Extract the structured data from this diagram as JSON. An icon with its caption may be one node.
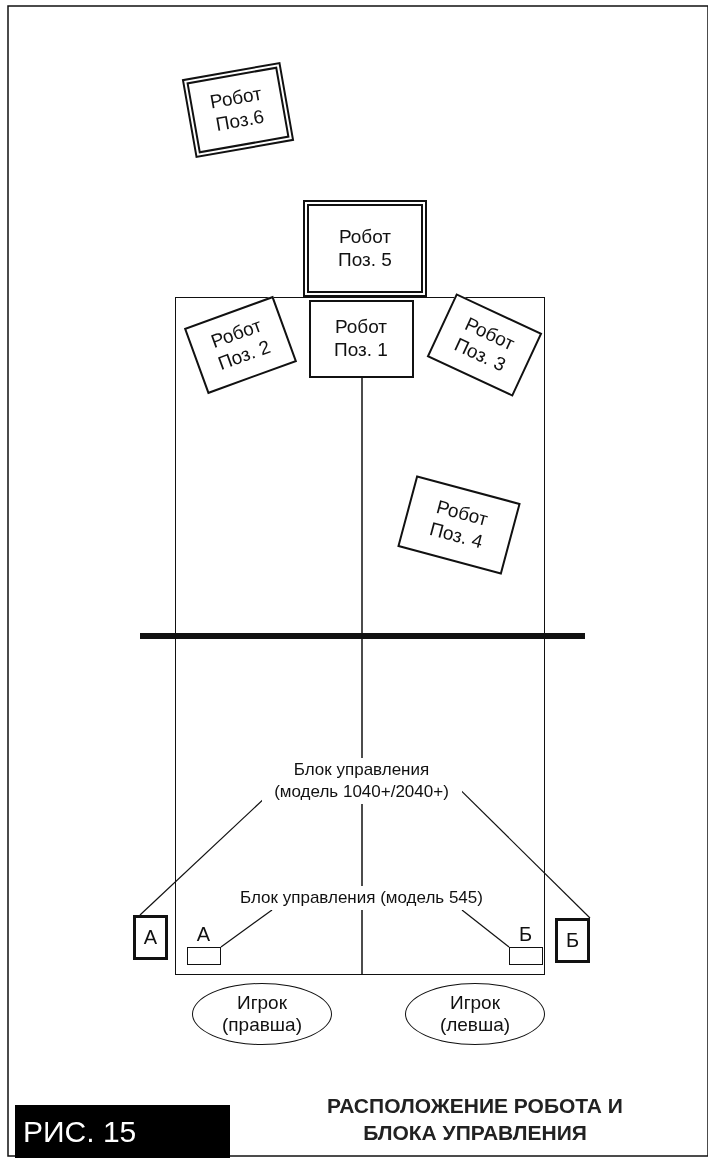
{
  "diagram": {
    "title": "РАСПОЛОЖЕНИЕ РОБОТА И БЛОКА УПРАВЛЕНИЯ",
    "nodes": [
      {
        "text": [
          "Робот Поз.6"
        ]
      },
      {
        "text": [
          "Робот Поз. 5"
        ]
      },
      {
        "text": [],
        "shape": "box"
      },
      {
        "text": [
          "Робот Поз. 2"
        ],
        "in": 2
      },
      {
        "text": [
          "Робот Поз. 1"
        ],
        "in": 2
      },
      {
        "text": [
          "Робот Поз. 3"
        ],
        "in": 2
      },
      {
        "text": [
          "Робот Поз. 4"
        ],
        "in": 2
      },
      {
        "text": [
          "Блок управления (модель 1040+/2040+)"
        ],
        "in": 2
      },
      {
        "text": [
          "Блок управления (модель 545)"
        ],
        "in": 2
      },
      {
        "text": [
          "А"
        ]
      },
      {
        "text": [
          "А"
        ],
        "in": 2
      },
      {
        "text": [
          "Б"
        ],
        "in": 2
      },
      {
        "text": [
          "Б"
        ]
      },
      {
        "text": [
          "Игрок (правша)"
        ]
      },
      {
        "text": [
          "Игрок (левша)"
        ]
      }
    ],
    "edges": [
      {
        "from": 7,
        "to": 9,
        "arrow": "none"
      },
      {
        "from": 7,
        "to": 12,
        "arrow": "none"
      },
      {
        "from": 8,
        "to": 10,
        "arrow": "none"
      },
      {
        "from": 8,
        "to": 11,
        "arrow": "none"
      }
    ],
    "labels": [
      "РИС. 15"
    ]
  }
}
